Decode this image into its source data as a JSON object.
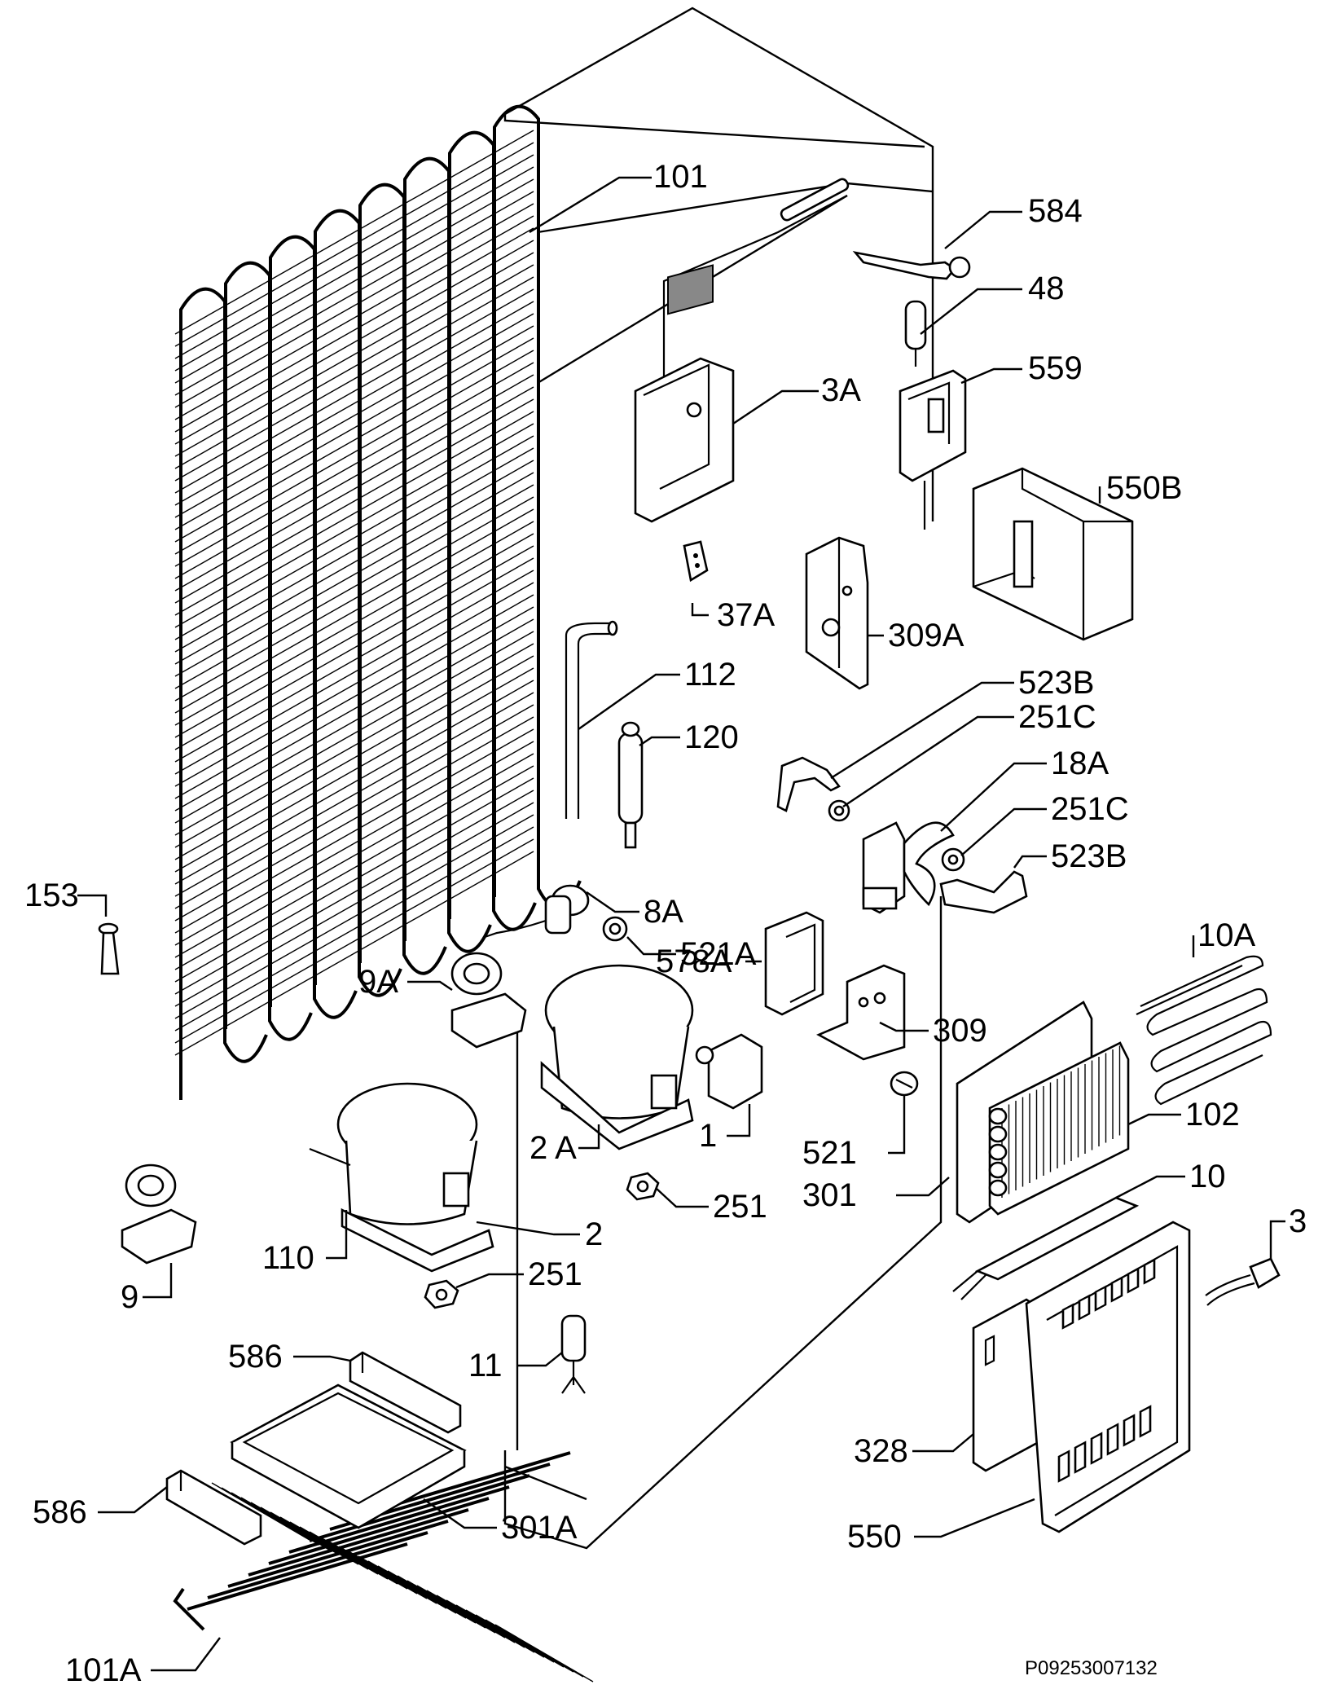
{
  "drawing_code": "P09253007132",
  "part_labels": {
    "l101": "101",
    "l584": "584",
    "l48": "48",
    "l3A": "3A",
    "l559": "559",
    "l550B": "550B",
    "l37A": "37A",
    "l309A": "309A",
    "l112": "112",
    "l120": "120",
    "l523B_top": "523B",
    "l251C_top": "251C",
    "l18A": "18A",
    "l251C_low": "251C",
    "l523B_low": "523B",
    "l153": "153",
    "l8A": "8A",
    "l521A": "521A",
    "l578A": "578A",
    "l9A": "9A",
    "l309": "309",
    "l10A": "10A",
    "l102": "102",
    "l2A": "2 A",
    "l1": "1",
    "l521": "521",
    "l301": "301",
    "l251_mid": "251",
    "l10": "10",
    "l3": "3",
    "l110": "110",
    "l2": "2",
    "l9": "9",
    "l251_low": "251",
    "l11": "11",
    "l586_top": "586",
    "l328": "328",
    "l586_low": "586",
    "l301A": "301A",
    "l550": "550",
    "l101A": "101A"
  }
}
